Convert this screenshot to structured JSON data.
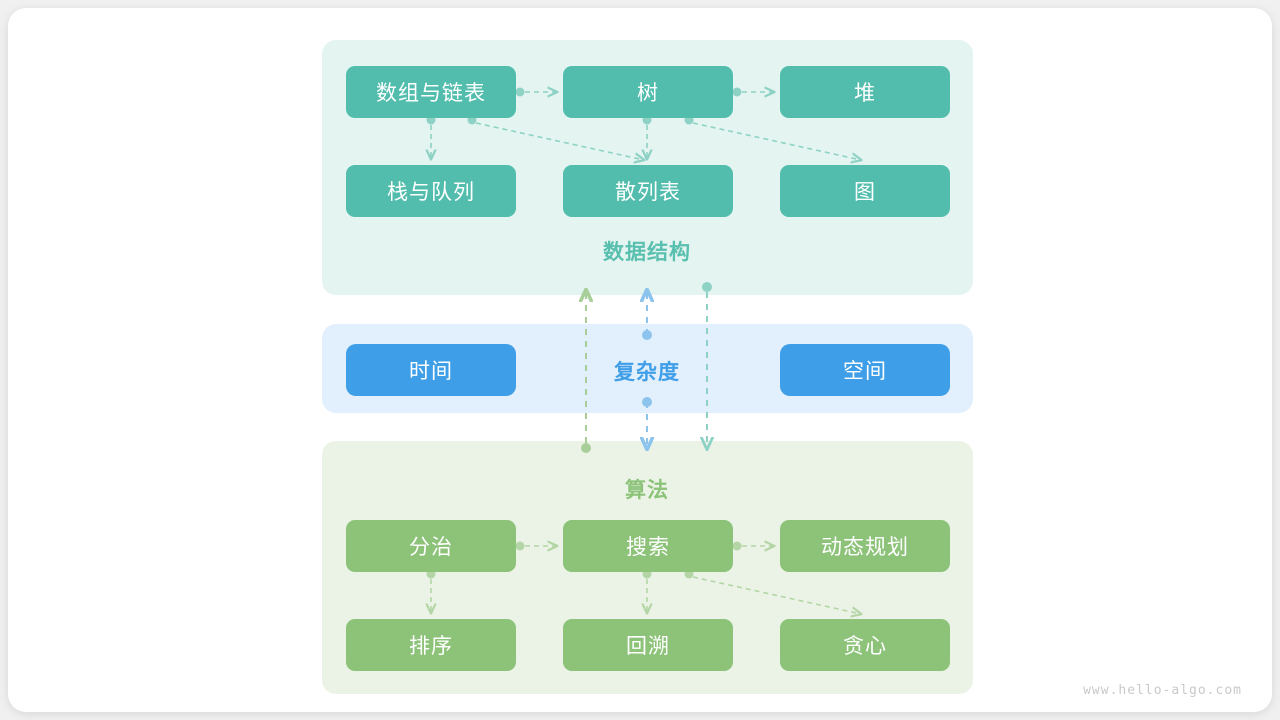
{
  "colors": {
    "page_background": "#f0f0f0",
    "card_background": "#ffffff",
    "ds_panel": "#e4f4f1",
    "ds_node": "#52bdad",
    "ds_title": "#59bfae",
    "ds_link": "#8ed2c6",
    "cx_panel": "#e2effc",
    "cx_node": "#3f9ee8",
    "cx_title": "#3f9ee8",
    "cx_link": "#8cc4ee",
    "algo_panel": "#ebf3e7",
    "algo_node": "#8cc379",
    "algo_title": "#8cc379",
    "algo_link": "#b4d6a6",
    "watermark": "#c9c9c9"
  },
  "sections": {
    "data_structure": {
      "title": "数据结构",
      "nodes": [
        {
          "id": "array-linkedlist",
          "label": "数组与链表"
        },
        {
          "id": "tree",
          "label": "树"
        },
        {
          "id": "heap",
          "label": "堆"
        },
        {
          "id": "stack-queue",
          "label": "栈与队列"
        },
        {
          "id": "hash-table",
          "label": "散列表"
        },
        {
          "id": "graph",
          "label": "图"
        }
      ]
    },
    "complexity": {
      "title": "复杂度",
      "nodes": [
        {
          "id": "time",
          "label": "时间"
        },
        {
          "id": "space",
          "label": "空间"
        }
      ]
    },
    "algorithm": {
      "title": "算法",
      "nodes": [
        {
          "id": "divide-conquer",
          "label": "分治"
        },
        {
          "id": "search",
          "label": "搜索"
        },
        {
          "id": "dynamic-programming",
          "label": "动态规划"
        },
        {
          "id": "sorting",
          "label": "排序"
        },
        {
          "id": "backtracking",
          "label": "回溯"
        },
        {
          "id": "greedy",
          "label": "贪心"
        }
      ]
    }
  },
  "watermark": "www.hello-algo.com"
}
